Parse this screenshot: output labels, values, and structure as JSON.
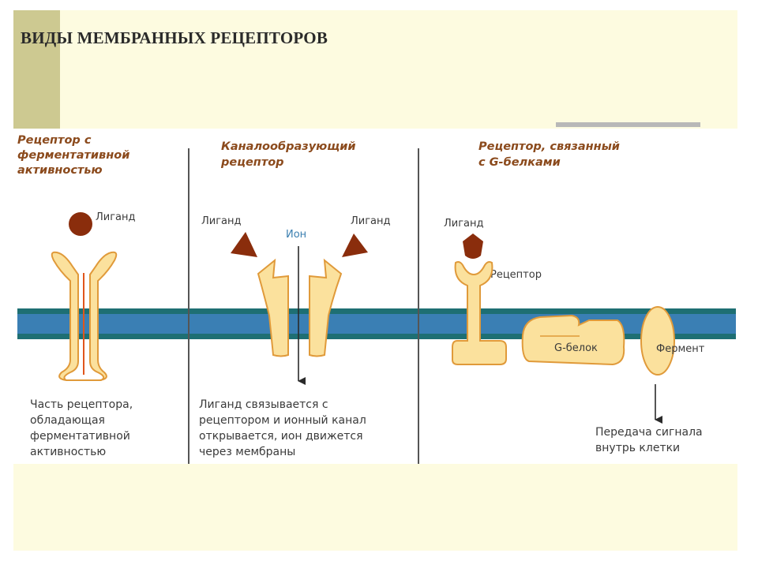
{
  "title": "ВИДЫ МЕМБРАННЫХ РЕЦЕПТОРОВ",
  "colors": {
    "heading": "#8b4a1c",
    "ligand": "#8a2d0c",
    "protein_fill": "#fbe19d",
    "protein_outline": "#e09a3a",
    "membrane_outer": "#1e6f73",
    "membrane_inner": "#3a7fb4",
    "title_panel": "#fdfbe0",
    "title_accent": "#cdc991"
  },
  "panels": [
    {
      "heading": [
        "Рецептор с",
        "ферментативной",
        "активностью"
      ],
      "labels": {
        "ligand": "Лиганд"
      },
      "description": [
        "Часть рецептора,",
        "обладающая",
        "ферментативной",
        "активностью"
      ]
    },
    {
      "heading": [
        "Каналообразующий",
        "рецептор"
      ],
      "labels": {
        "ligand_left": "Лиганд",
        "ligand_right": "Лиганд",
        "ion": "Ион"
      },
      "description": [
        "Лиганд связывается с",
        "рецептором и ионный канал",
        "открывается, ион движется",
        "через мембраны"
      ]
    },
    {
      "heading": [
        "Рецептор, связанный",
        "с G-белками"
      ],
      "labels": {
        "ligand": "Лиганд",
        "receptor": "Рецептор",
        "g_protein": "G-белок",
        "enzyme": "Фермент"
      },
      "description": [
        "Передача сигнала",
        "внутрь клетки"
      ]
    }
  ]
}
